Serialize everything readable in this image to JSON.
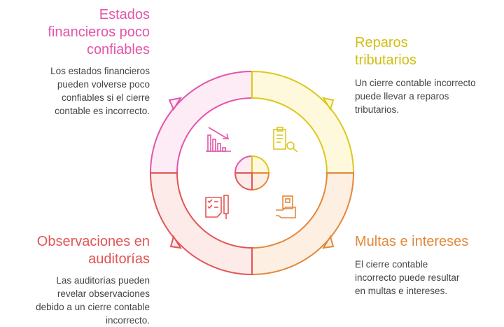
{
  "colors": {
    "pink": "#e255a9",
    "yellow": "#dcc81c",
    "orange": "#e2883a",
    "red": "#e25555"
  },
  "sections": [
    {
      "title": "Estados financieros poco confiables",
      "description": "Los estados financieros pueden volverse poco confiables si el cierre contable es incorrecto.",
      "icon": "declining-bar-chart-icon"
    },
    {
      "title": "Reparos tributarios",
      "description": "Un cierre contable incorrecto puede llevar a reparos tributarios.",
      "icon": "clipboard-search-icon"
    },
    {
      "title": "Multas e intereses",
      "description": "El cierre contable incorrecto puede resultar en multas e intereses.",
      "icon": "hand-money-icon"
    },
    {
      "title": "Observaciones en auditorías",
      "description": "Las auditorías pueden revelar observaciones debido a un cierre contable incorrecto.",
      "icon": "checklist-pen-icon"
    }
  ]
}
